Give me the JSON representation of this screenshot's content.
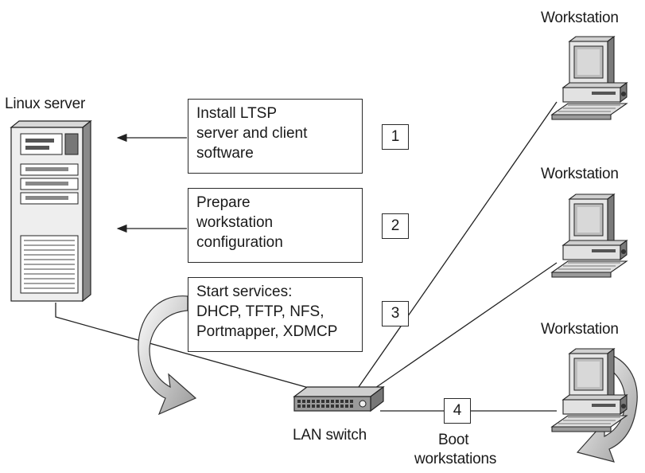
{
  "server": {
    "label": "Linux server"
  },
  "switch": {
    "label": "LAN switch"
  },
  "workstations": [
    {
      "label": "Workstation"
    },
    {
      "label": "Workstation"
    },
    {
      "label": "Workstation"
    }
  ],
  "steps": [
    {
      "number": "1",
      "lines": [
        "Install LTSP",
        "server and client",
        "software"
      ]
    },
    {
      "number": "2",
      "lines": [
        "Prepare",
        "workstation",
        "configuration"
      ]
    },
    {
      "number": "3",
      "lines": [
        "Start services:",
        "DHCP, TFTP, NFS,",
        "Portmapper, XDMCP"
      ]
    },
    {
      "number": "4",
      "lines": [
        "Boot",
        "workstations"
      ]
    }
  ]
}
